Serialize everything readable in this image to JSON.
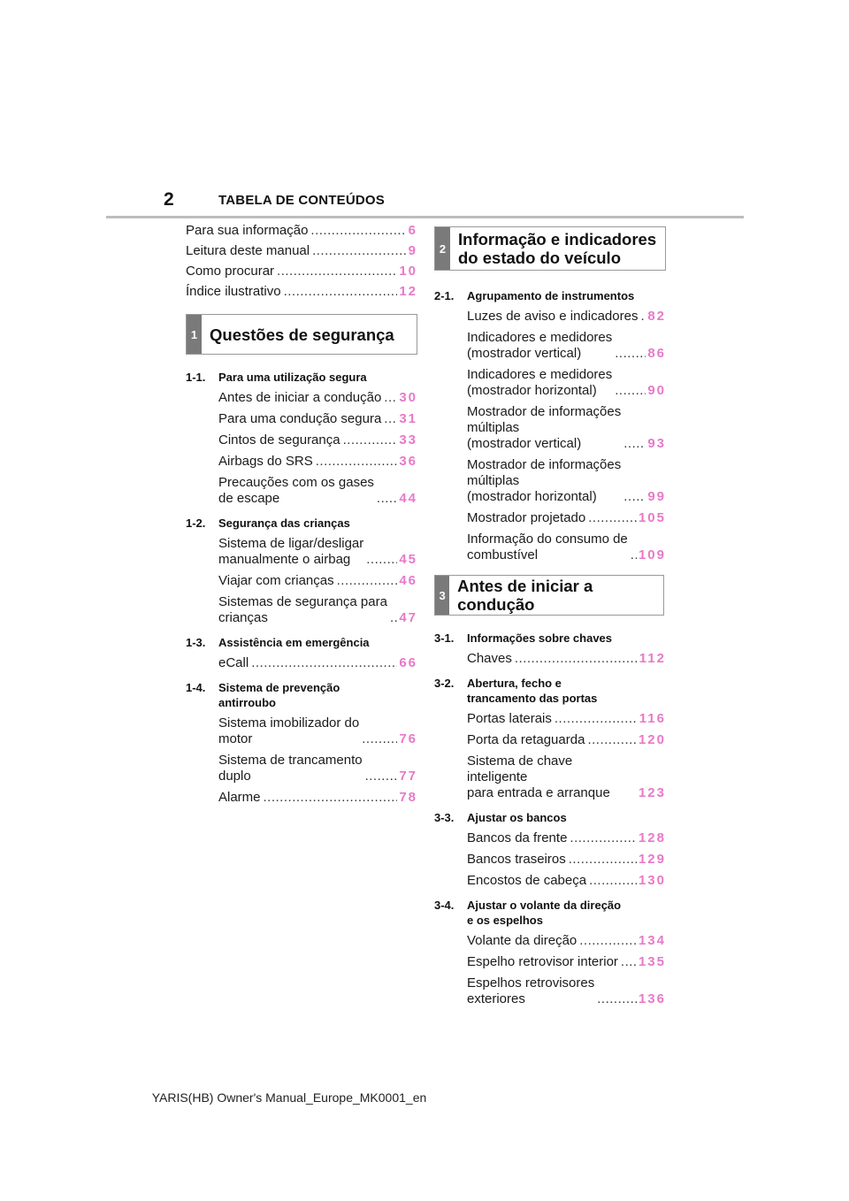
{
  "header": {
    "page_number": "2",
    "title": "TABELA DE CONTEÚDOS"
  },
  "front_entries": [
    {
      "label": "Para sua informação",
      "page": "6"
    },
    {
      "label": "Leitura deste manual",
      "page": "9"
    },
    {
      "label": "Como procurar",
      "page": "10"
    },
    {
      "label": "Índice ilustrativo",
      "page": "12"
    }
  ],
  "sections": {
    "s1": {
      "number": "1",
      "title": "Questões de segurança"
    },
    "s2": {
      "number": "2",
      "title": "Informação e indicadores\ndo estado do veículo"
    },
    "s3": {
      "number": "3",
      "title": "Antes de iniciar a condução"
    }
  },
  "s1_groups": [
    {
      "code": "1-1.",
      "title": "Para uma utilização segura",
      "items": [
        {
          "label": "Antes de iniciar a condução",
          "page": "30"
        },
        {
          "label": "Para uma condução segura",
          "page": "31"
        },
        {
          "label": "Cintos de segurança",
          "page": "33"
        },
        {
          "label": "Airbags do SRS",
          "page": "36"
        },
        {
          "label": "Precauções com os gases\n   de escape",
          "page": "44"
        }
      ]
    },
    {
      "code": "1-2.",
      "title": "Segurança das crianças",
      "items": [
        {
          "label": "Sistema de ligar/desligar\n   manualmente o airbag",
          "page": "45"
        },
        {
          "label": "Viajar com crianças",
          "page": "46"
        },
        {
          "label": "Sistemas de segurança para\n   crianças",
          "page": "47"
        }
      ]
    },
    {
      "code": "1-3.",
      "title": "Assistência em emergência",
      "items": [
        {
          "label": "eCall",
          "page": "66"
        }
      ]
    },
    {
      "code": "1-4.",
      "title": "Sistema de prevenção\nantirroubo",
      "items": [
        {
          "label": "Sistema imobilizador do\n   motor",
          "page": "76"
        },
        {
          "label": "Sistema de trancamento\n   duplo",
          "page": "77"
        },
        {
          "label": "Alarme",
          "page": "78"
        }
      ]
    }
  ],
  "s2_groups": [
    {
      "code": "2-1.",
      "title": "Agrupamento de instrumentos",
      "items": [
        {
          "label": "Luzes de aviso e indicadores",
          "page": "82"
        },
        {
          "label": "Indicadores e medidores\n   (mostrador vertical)",
          "page": "86"
        },
        {
          "label": "Indicadores e medidores\n   (mostrador horizontal)",
          "page": "90"
        },
        {
          "label": "Mostrador de informações\n   múltiplas\n   (mostrador vertical)",
          "page": "93"
        },
        {
          "label": "Mostrador de informações\n   múltiplas\n   (mostrador horizontal)",
          "page": "99"
        },
        {
          "label": "Mostrador projetado",
          "page": "105"
        },
        {
          "label": "Informação do consumo de\n   combustível",
          "page": "109"
        }
      ]
    }
  ],
  "s3_groups": [
    {
      "code": "3-1.",
      "title": "Informações sobre chaves",
      "items": [
        {
          "label": "Chaves",
          "page": "112"
        }
      ]
    },
    {
      "code": "3-2.",
      "title": "Abertura, fecho e\ntrancamento das portas",
      "items": [
        {
          "label": "Portas laterais",
          "page": "116"
        },
        {
          "label": "Porta da retaguarda",
          "page": "120"
        },
        {
          "label": "Sistema de chave inteligente\n   para entrada e arranque",
          "page": "123"
        }
      ]
    },
    {
      "code": "3-3.",
      "title": "Ajustar os bancos",
      "items": [
        {
          "label": "Bancos da frente",
          "page": "128"
        },
        {
          "label": " Bancos traseiros",
          "page": "129"
        },
        {
          "label": "Encostos de cabeça",
          "page": "130"
        }
      ]
    },
    {
      "code": "3-4.",
      "title": "Ajustar o volante da direção\ne os espelhos",
      "items": [
        {
          "label": "Volante da direção",
          "page": "134"
        },
        {
          "label": "Espelho retrovisor interior",
          "page": "135"
        },
        {
          "label": "Espelhos retrovisores\n   exteriores",
          "page": "136"
        }
      ]
    }
  ],
  "footer": {
    "text": "YARIS(HB) Owner's Manual_Europe_MK0001_en"
  }
}
